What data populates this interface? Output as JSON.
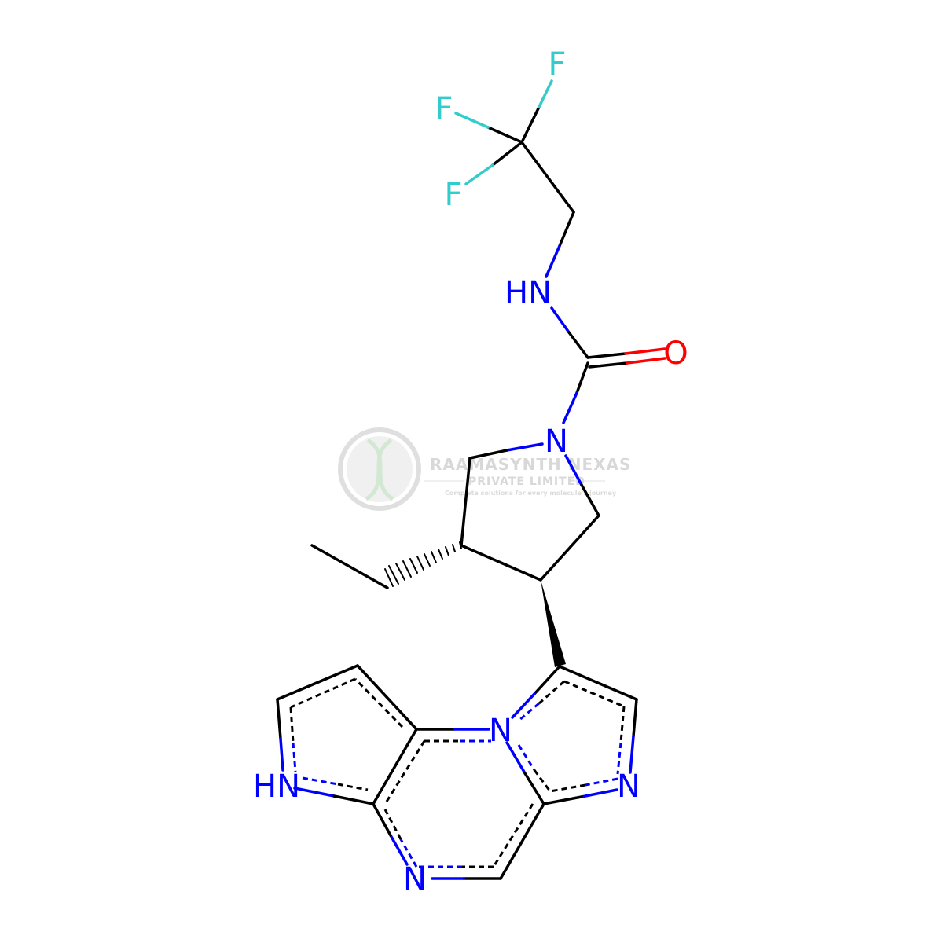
{
  "colors": {
    "carbon": "#000000",
    "nitrogen": "#0000ff",
    "oxygen": "#ff0000",
    "fluorine": "#33cccc",
    "watermark": "#d0d0d0"
  },
  "atoms": {
    "f1": "F",
    "f2": "F",
    "f3": "F",
    "nh_amide": "HN",
    "o_carbonyl": "O",
    "n_pyrrolidine": "N",
    "n_bridge": "N",
    "n_imidazole": "N",
    "nh_pyrrole": "HN",
    "n_pyrazine": "N"
  },
  "watermark": {
    "company": "RAAMASYNTH NEXAS",
    "subtitle": "PRIVATE LIMITED",
    "tagline": "Complete solutions for every molecule's journey",
    "logo_icon": "dna-helix-icon"
  }
}
